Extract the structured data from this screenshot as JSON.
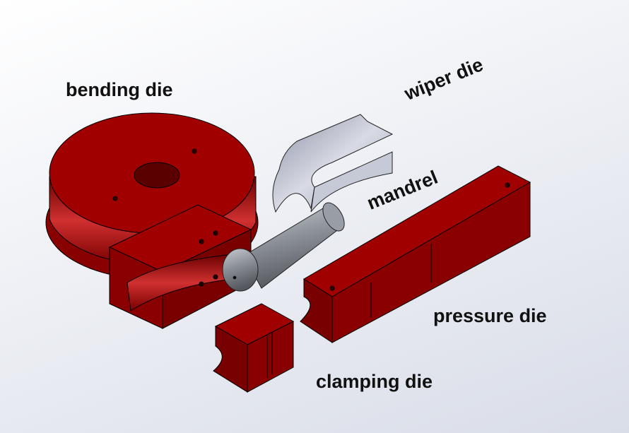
{
  "labels": {
    "bending_die": "bending die",
    "wiper_die": "wiper die",
    "mandrel": "mandrel",
    "pressure_die": "pressure die",
    "clamping_die": "clamping die"
  },
  "colors": {
    "die_red": "#9a0000",
    "die_dark": "#6a0000",
    "steel": "#9aa0ac",
    "wiper": "#b4b8c8"
  }
}
